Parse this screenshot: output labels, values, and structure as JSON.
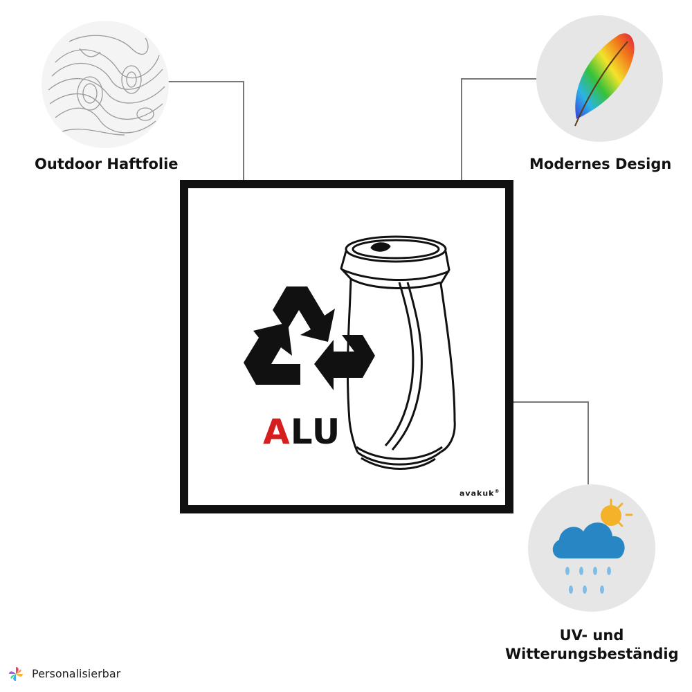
{
  "features": {
    "texture": {
      "label": "Outdoor Haftfolie",
      "icon": "fingerprint-texture-icon"
    },
    "design": {
      "label": "Modernes Design",
      "icon": "rainbow-feather-icon"
    },
    "weather": {
      "label_line1": "UV- und",
      "label_line2": "Witterungsbeständig",
      "icon": "sun-cloud-rain-icon"
    }
  },
  "sign": {
    "alu_first": "A",
    "alu_rest": "LU",
    "brand": "avakuk",
    "brand_mark": "®",
    "icons": [
      "recycle-icon",
      "aluminium-can-icon"
    ]
  },
  "footer": {
    "label": "Personalisierbar",
    "icon": "pinwheel-icon"
  },
  "colors": {
    "accent_red": "#d51f1f",
    "black": "#111111",
    "connector_gray": "#777777",
    "circle_gray": "#e6e6e6",
    "cloud_blue": "#2986c4",
    "sun_yellow": "#f4b12a",
    "rain_blue": "#7fbde6"
  }
}
